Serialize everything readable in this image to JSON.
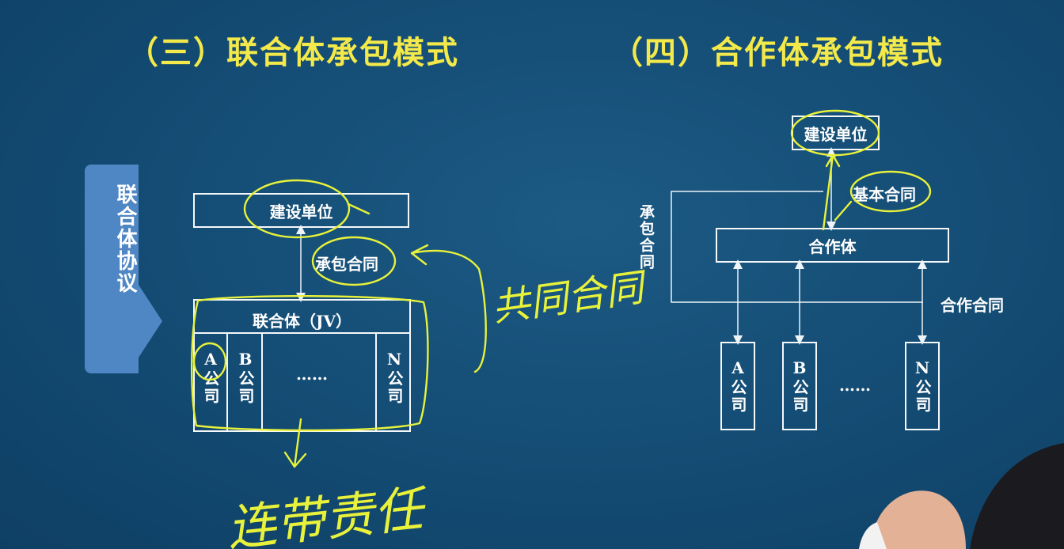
{
  "titles": {
    "left": "（三）联合体承包模式",
    "right": "（四）合作体承包模式"
  },
  "side_tab": {
    "label": "联合体协议"
  },
  "left_diagram": {
    "owner": "建设单位",
    "contract": "承包合同",
    "jv": "联合体（JV）",
    "company_a": "A公司",
    "company_b": "B公司",
    "ellipsis": "……",
    "company_n": "N公司"
  },
  "right_diagram": {
    "owner": "建设单位",
    "basic_contract": "基本合同",
    "contract_vertical": "承包合同",
    "coop": "合作体",
    "coop_contract": "合作合同",
    "company_a": "A公司",
    "company_b": "B公司",
    "ellipsis": "……",
    "company_n": "N公司"
  },
  "annotations": {
    "handwriting_right": "共同合同",
    "handwriting_bottom": "连带责任"
  },
  "colors": {
    "background": "#134b73",
    "title": "#f3e94a",
    "tab": "#4f86c4",
    "ink": "#e8f23a"
  }
}
